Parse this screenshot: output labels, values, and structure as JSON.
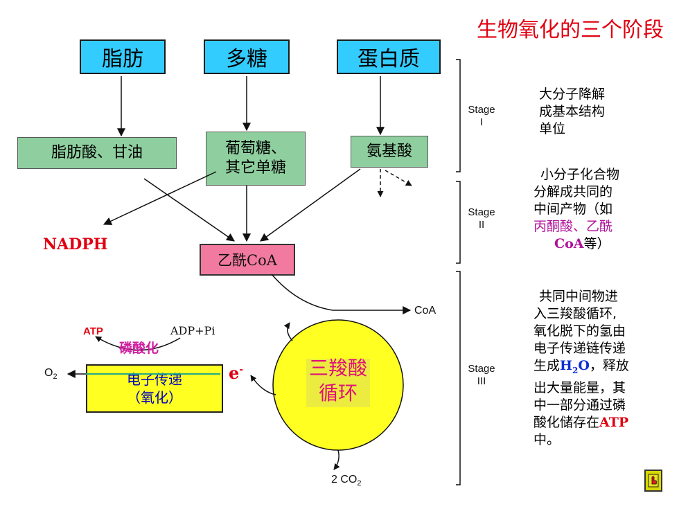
{
  "title": "生物氧化的三个阶段",
  "sources": [
    "脂肪",
    "多糖",
    "蛋白质"
  ],
  "intermediates": {
    "fatty_acid": "脂肪酸、甘油",
    "glucose_line1": "葡萄糖、",
    "glucose_line2": "其它单糖",
    "amino_acid": "氨基酸"
  },
  "nadph": "NADPH",
  "acetyl_coa": "乙酰CoA",
  "coa": "CoA",
  "tca": {
    "line1": "三羧酸",
    "line2": "循环"
  },
  "electron": "e",
  "electron_sup": "-",
  "co2": {
    "prefix": "2 CO",
    "sub": "2"
  },
  "atp": "ATP",
  "adp": "ADP+Pi",
  "phosphorylation": "磷酸化",
  "o2": {
    "prefix": "O",
    "sub": "2"
  },
  "etc_box": {
    "line1": "电子传递",
    "line2": "（氧化）"
  },
  "stages": [
    {
      "label": "Stage",
      "num": "I"
    },
    {
      "label": "Stage",
      "num": "II"
    },
    {
      "label": "Stage",
      "num": "III"
    }
  ],
  "desc1": {
    "l1": "大分子降解",
    "l2": "成基本结构",
    "l3": "单位"
  },
  "desc2": {
    "l1": "小分子化合物",
    "l2": "分解成共同的",
    "l3": "中间产物（如",
    "l4": "丙酮酸、乙酰",
    "l5a": "CoA",
    "l5b": "等）"
  },
  "desc3": {
    "l1": "共同中间物进",
    "l2": "入三羧酸循环,",
    "l3": "氧化脱下的氢由",
    "l4": "电子传递链传递",
    "l5a": "生成",
    "l5h": "H",
    "l5s": "2",
    "l5o": "O",
    "l5b": "，释放",
    "l6": "出大量能量，其",
    "l7": "中一部分通过磷",
    "l8a": "酸化储存在",
    "l8b": "ATP",
    "l9": "中。"
  },
  "colors": {
    "title": "#e00010",
    "source_box": "#33ccff",
    "intermediate_box": "#8fcf9f",
    "acetyl_box": "#f27aa0",
    "tca_circle": "#ffff22",
    "etc_box": "#ffff22"
  },
  "icons": [
    "hand-pointer-icon"
  ]
}
